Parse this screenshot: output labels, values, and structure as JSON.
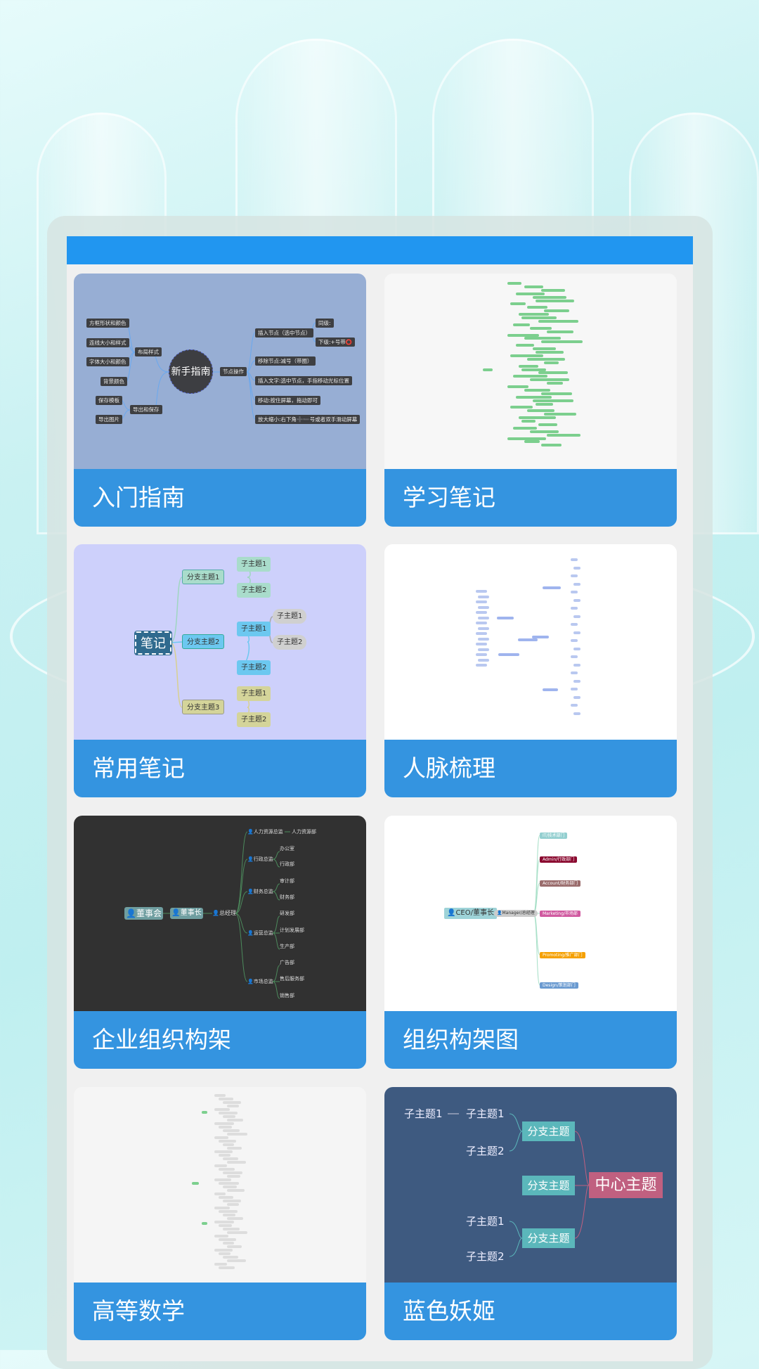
{
  "colors": {
    "header": "#2196f0",
    "card_label": "#3494e0",
    "content_bg": "#f0f0f0"
  },
  "templates": [
    {
      "label": "入门指南",
      "nodes": {
        "center": "新手指南",
        "left_branches": [
          "布局样式",
          "导出和保存"
        ],
        "left_leaves": [
          "方框形状和颜色",
          "连线大小和样式",
          "字体大小和颜色",
          "背景颜色",
          "保存模板",
          "导出图片"
        ],
        "right_branch": "节点操作",
        "right_leaves": [
          "插入节点（选中节点）",
          "移除节点:减号（带圈）",
          "插入文字:选中节点，手指移动光标位置",
          "移动:按住屏幕，拖动即可",
          "放大缩小:右下角➕➖号或者双手滑动屏幕"
        ],
        "insert_children": [
          "同级:",
          "下级:+号带⭕"
        ]
      }
    },
    {
      "label": "学习笔记"
    },
    {
      "label": "常用笔记",
      "nodes": {
        "center": "笔记",
        "branches": [
          "分支主题1",
          "分支主题2",
          "分支主题3"
        ],
        "b1": [
          "子主题1",
          "子主题2"
        ],
        "b2": [
          "子主题1",
          "子主题2"
        ],
        "b2a": [
          "子主题1",
          "子主题2"
        ],
        "b3": [
          "子主题1",
          "子主题2"
        ]
      }
    },
    {
      "label": "人脉梳理"
    },
    {
      "label": "企业组织构架",
      "nodes": {
        "root": "董事会",
        "chair": "董事长",
        "gm": "总经理",
        "directors": [
          "人力资源总监",
          "行政总监",
          "财务总监",
          "运营总监",
          "市场总监"
        ],
        "depts": [
          "人力资源部",
          "办公室",
          "行政部",
          "审计部",
          "财务部",
          "研发部",
          "计划发展部",
          "生产部",
          "广告部",
          "售后服务部",
          "销售部"
        ]
      }
    },
    {
      "label": "组织构架图",
      "nodes": {
        "root": "CEO/董事长",
        "manager": "Manager/总经理",
        "depts": [
          "IT/技术部门",
          "Admin/行政部门",
          "Account/财务部门",
          "Marketing/市场部",
          "Promoting/推广部门",
          "Design/策划部门"
        ]
      }
    },
    {
      "label": "高等数学"
    },
    {
      "label": "蓝色妖姬",
      "nodes": {
        "center": "中心主题",
        "branch": "分支主题",
        "sub1": "子主题1",
        "sub2": "子主题2"
      }
    }
  ]
}
